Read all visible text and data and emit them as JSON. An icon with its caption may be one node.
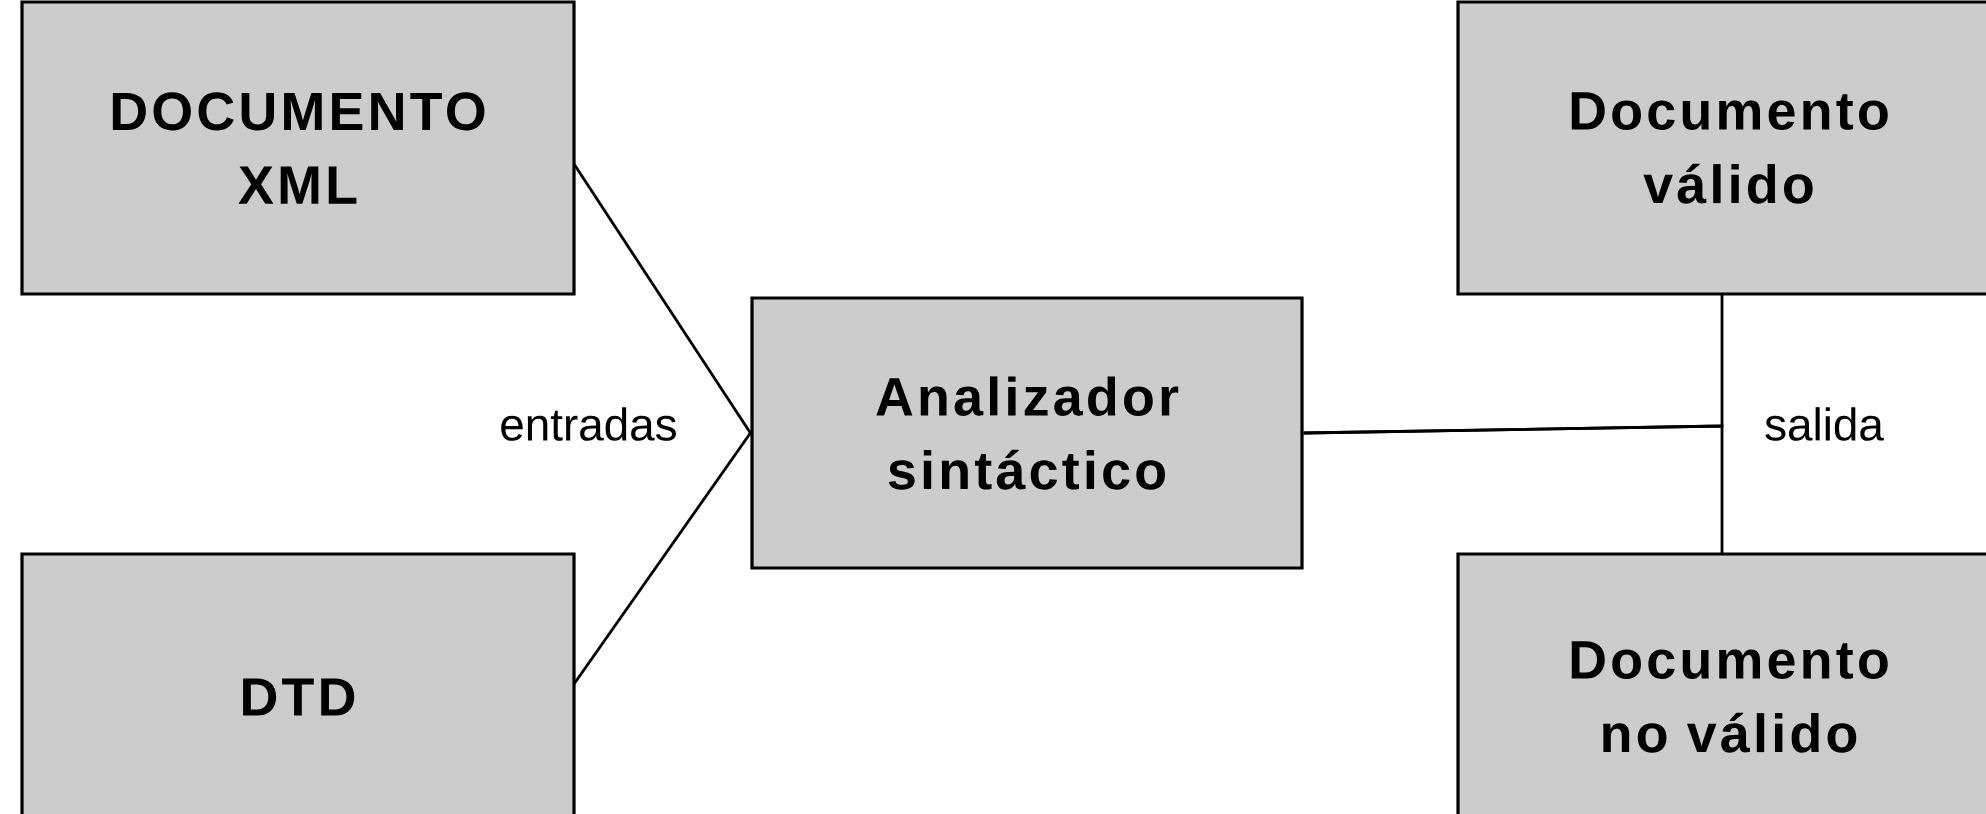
{
  "diagram": {
    "nodes": [
      {
        "text": [
          "DOCUMENTO XML"
        ]
      },
      {
        "text": [
          "DTD"
        ]
      },
      {
        "text": [
          "Analizador sintáctico"
        ]
      },
      {
        "text": [
          "Documento válido"
        ]
      },
      {
        "text": [
          "Documento no válido"
        ]
      }
    ],
    "edges": [
      {
        "from": 0,
        "to": 2,
        "arrow": "none"
      },
      {
        "from": 1,
        "to": 2,
        "arrow": "none"
      },
      {
        "from": 2,
        "to": 3,
        "arrow": "none"
      },
      {
        "from": 2,
        "to": 4,
        "arrow": "none"
      }
    ],
    "labels": [
      "entradas",
      "salida"
    ]
  }
}
